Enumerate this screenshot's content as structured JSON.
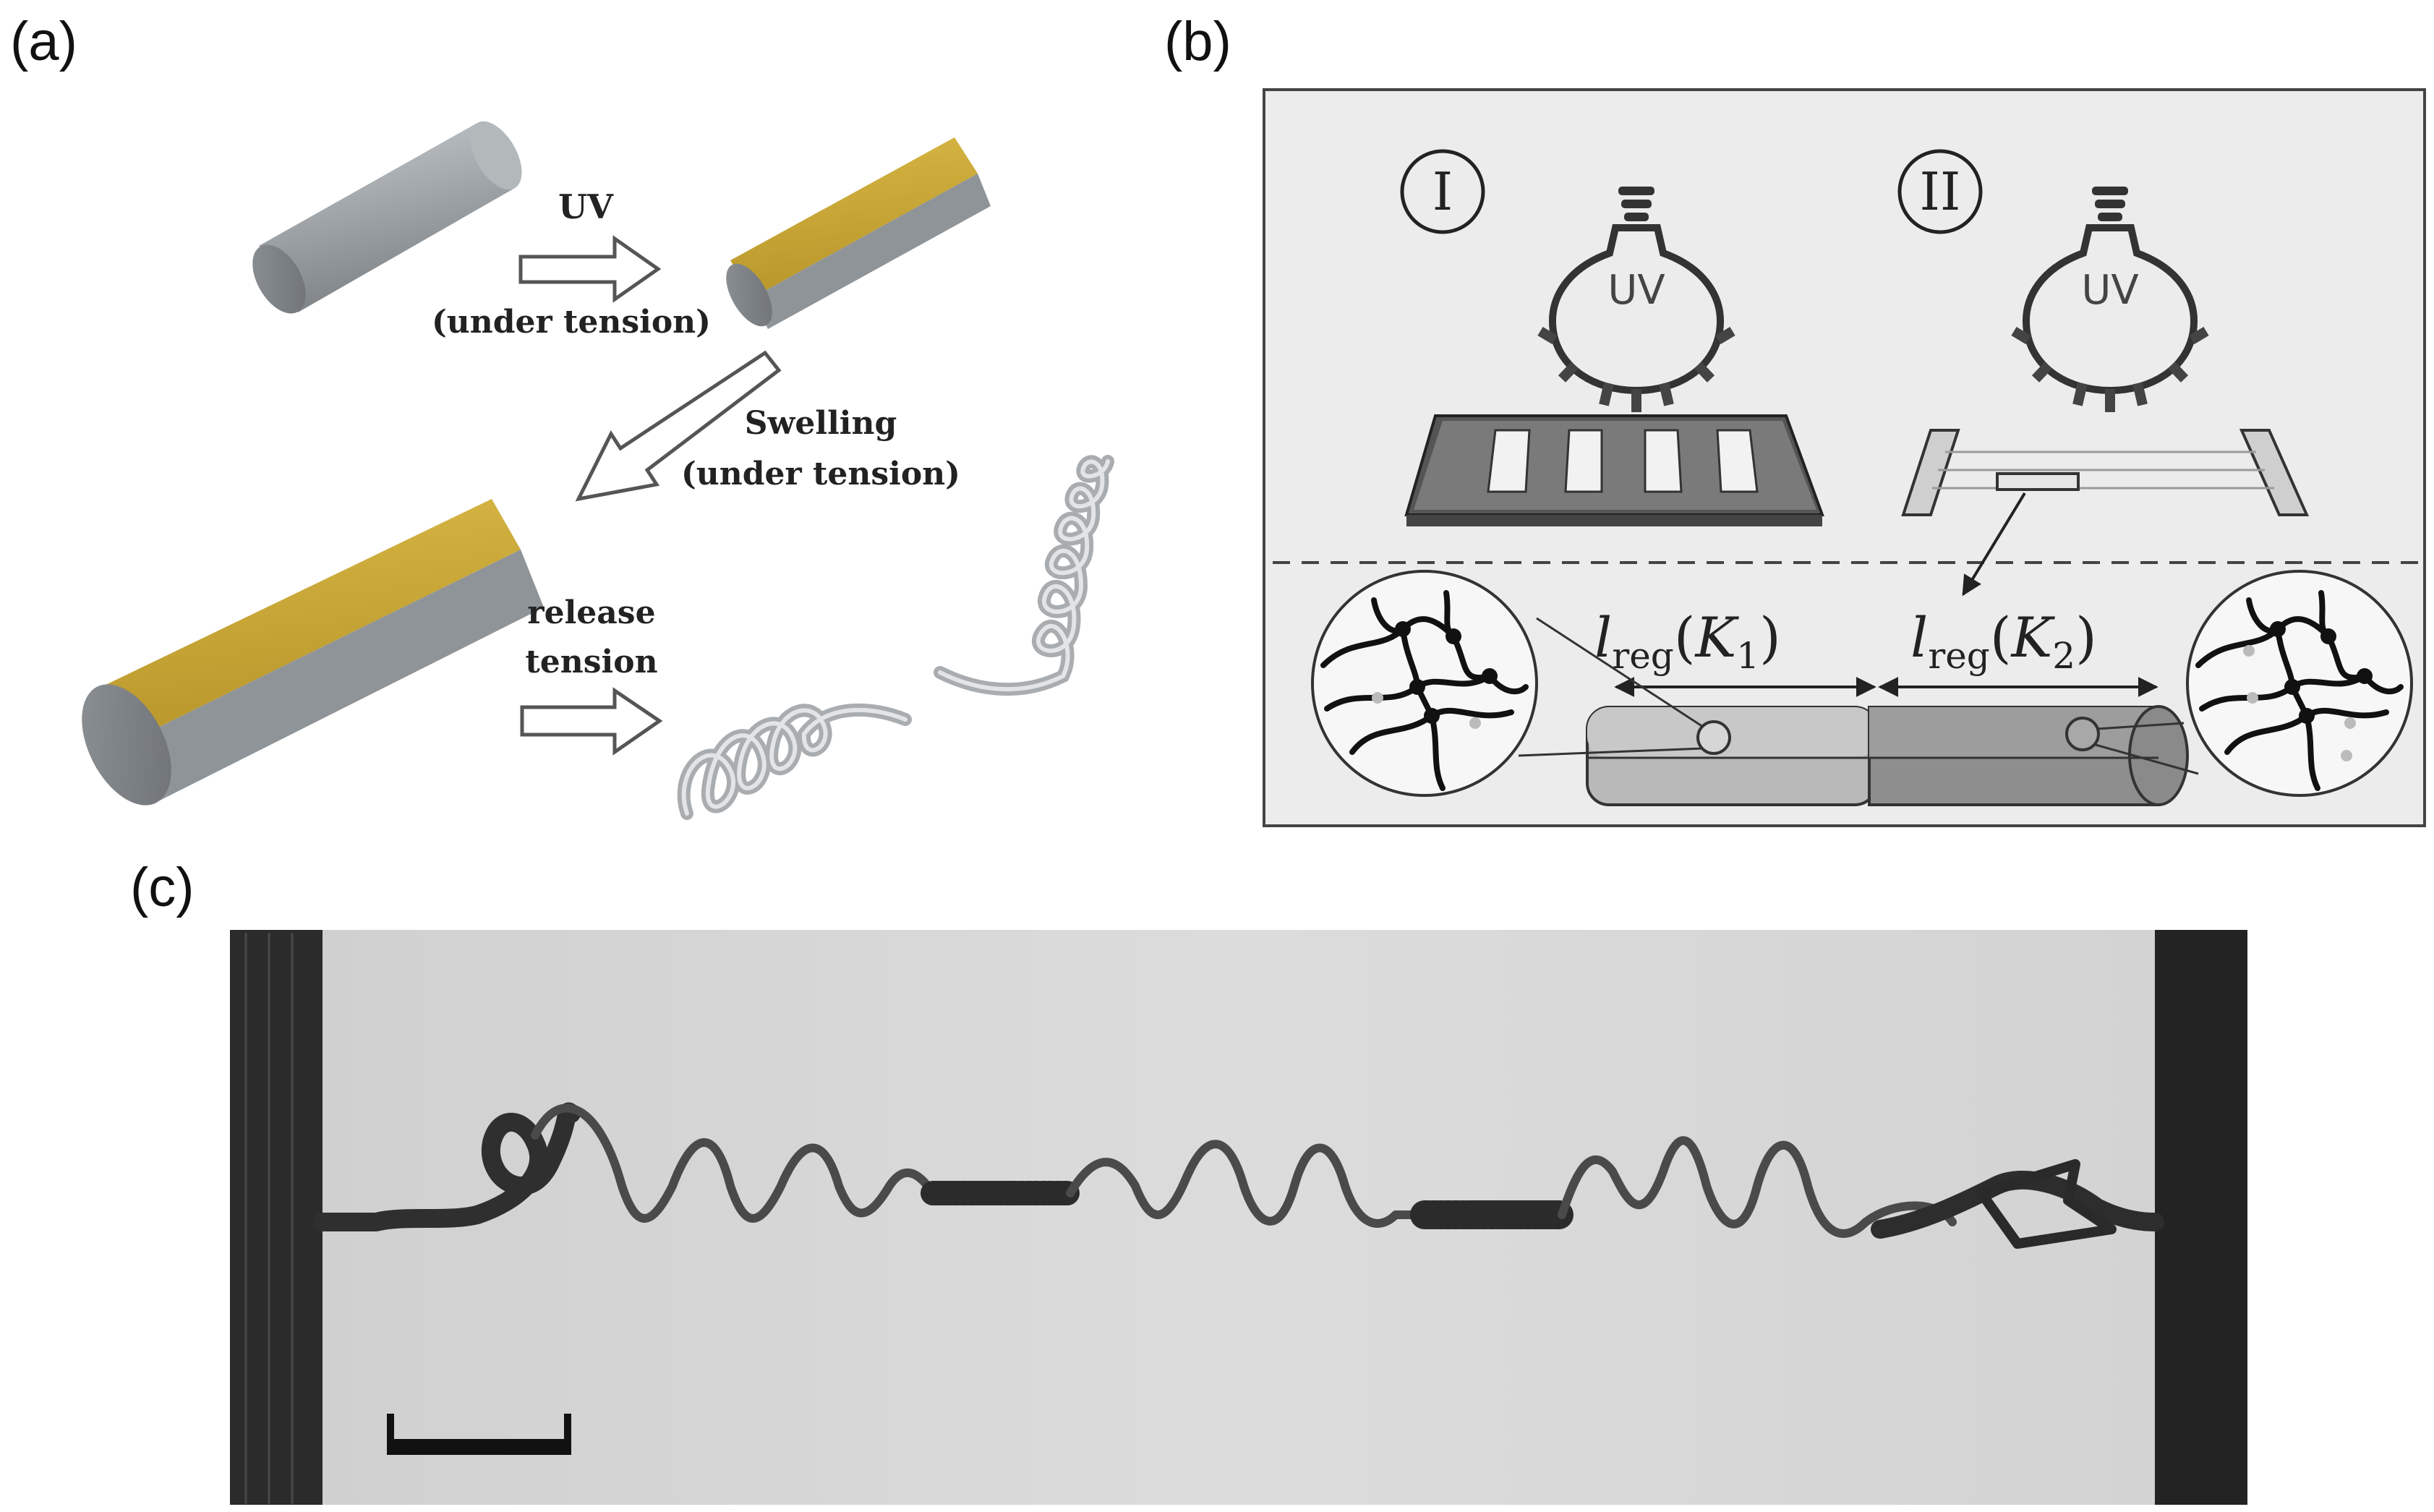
{
  "panels": {
    "a": {
      "label": "(a)",
      "step1": "UV",
      "step1_note": "(under tension)",
      "step2": "Swelling",
      "step2_note": "(under tension)",
      "step3_line1": "release",
      "step3_line2": "tension"
    },
    "b": {
      "label": "(b)",
      "stage1": "I",
      "stage2": "II",
      "lamp_text": "UV",
      "length_symbol": "l",
      "length_subscript": "reg",
      "k1": "K",
      "k1_sub": "1",
      "k2": "K",
      "k2_sub": "2",
      "paren_open": "(",
      "paren_close": ")"
    },
    "c": {
      "label": "(c)"
    }
  },
  "colors": {
    "coating": "#c9a635",
    "rod": "#9ea3a7",
    "panel_b_bg": "#ececec",
    "photo_bg": "#d7d7d7"
  }
}
